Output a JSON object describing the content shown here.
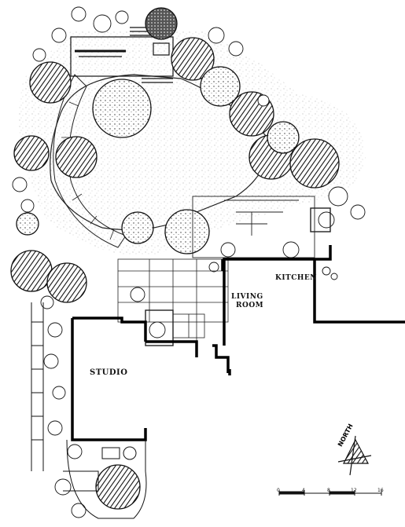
{
  "plan": {
    "rooms": {
      "kitchen": "KITCHEN",
      "living_line1": "LIVING",
      "living_line2": "ROOM",
      "studio": "STUDIO"
    },
    "north_label": "NORTH",
    "scale_labels": [
      "0",
      "4",
      "8",
      "12",
      "16"
    ]
  },
  "colors": {
    "ink": "#111111",
    "paper": "#ffffff"
  }
}
